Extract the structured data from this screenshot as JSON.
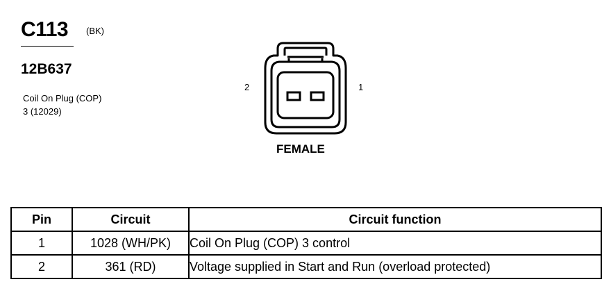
{
  "header": {
    "connector_id": "C113",
    "color_code": "(BK)",
    "part_number": "12B637",
    "description_line1": "Coil On Plug (COP)",
    "description_line2": "3 (12029)"
  },
  "connector": {
    "pin_left_label": "2",
    "pin_right_label": "1",
    "gender": "FEMALE",
    "icon": "connector-face-icon"
  },
  "table": {
    "headers": [
      "Pin",
      "Circuit",
      "Circuit function"
    ],
    "rows": [
      {
        "pin": "1",
        "circuit": "1028 (WH/PK)",
        "function": "Coil On Plug (COP) 3  control"
      },
      {
        "pin": "2",
        "circuit": "361 (RD)",
        "function": "Voltage supplied in Start and Run (overload protected)"
      }
    ]
  }
}
